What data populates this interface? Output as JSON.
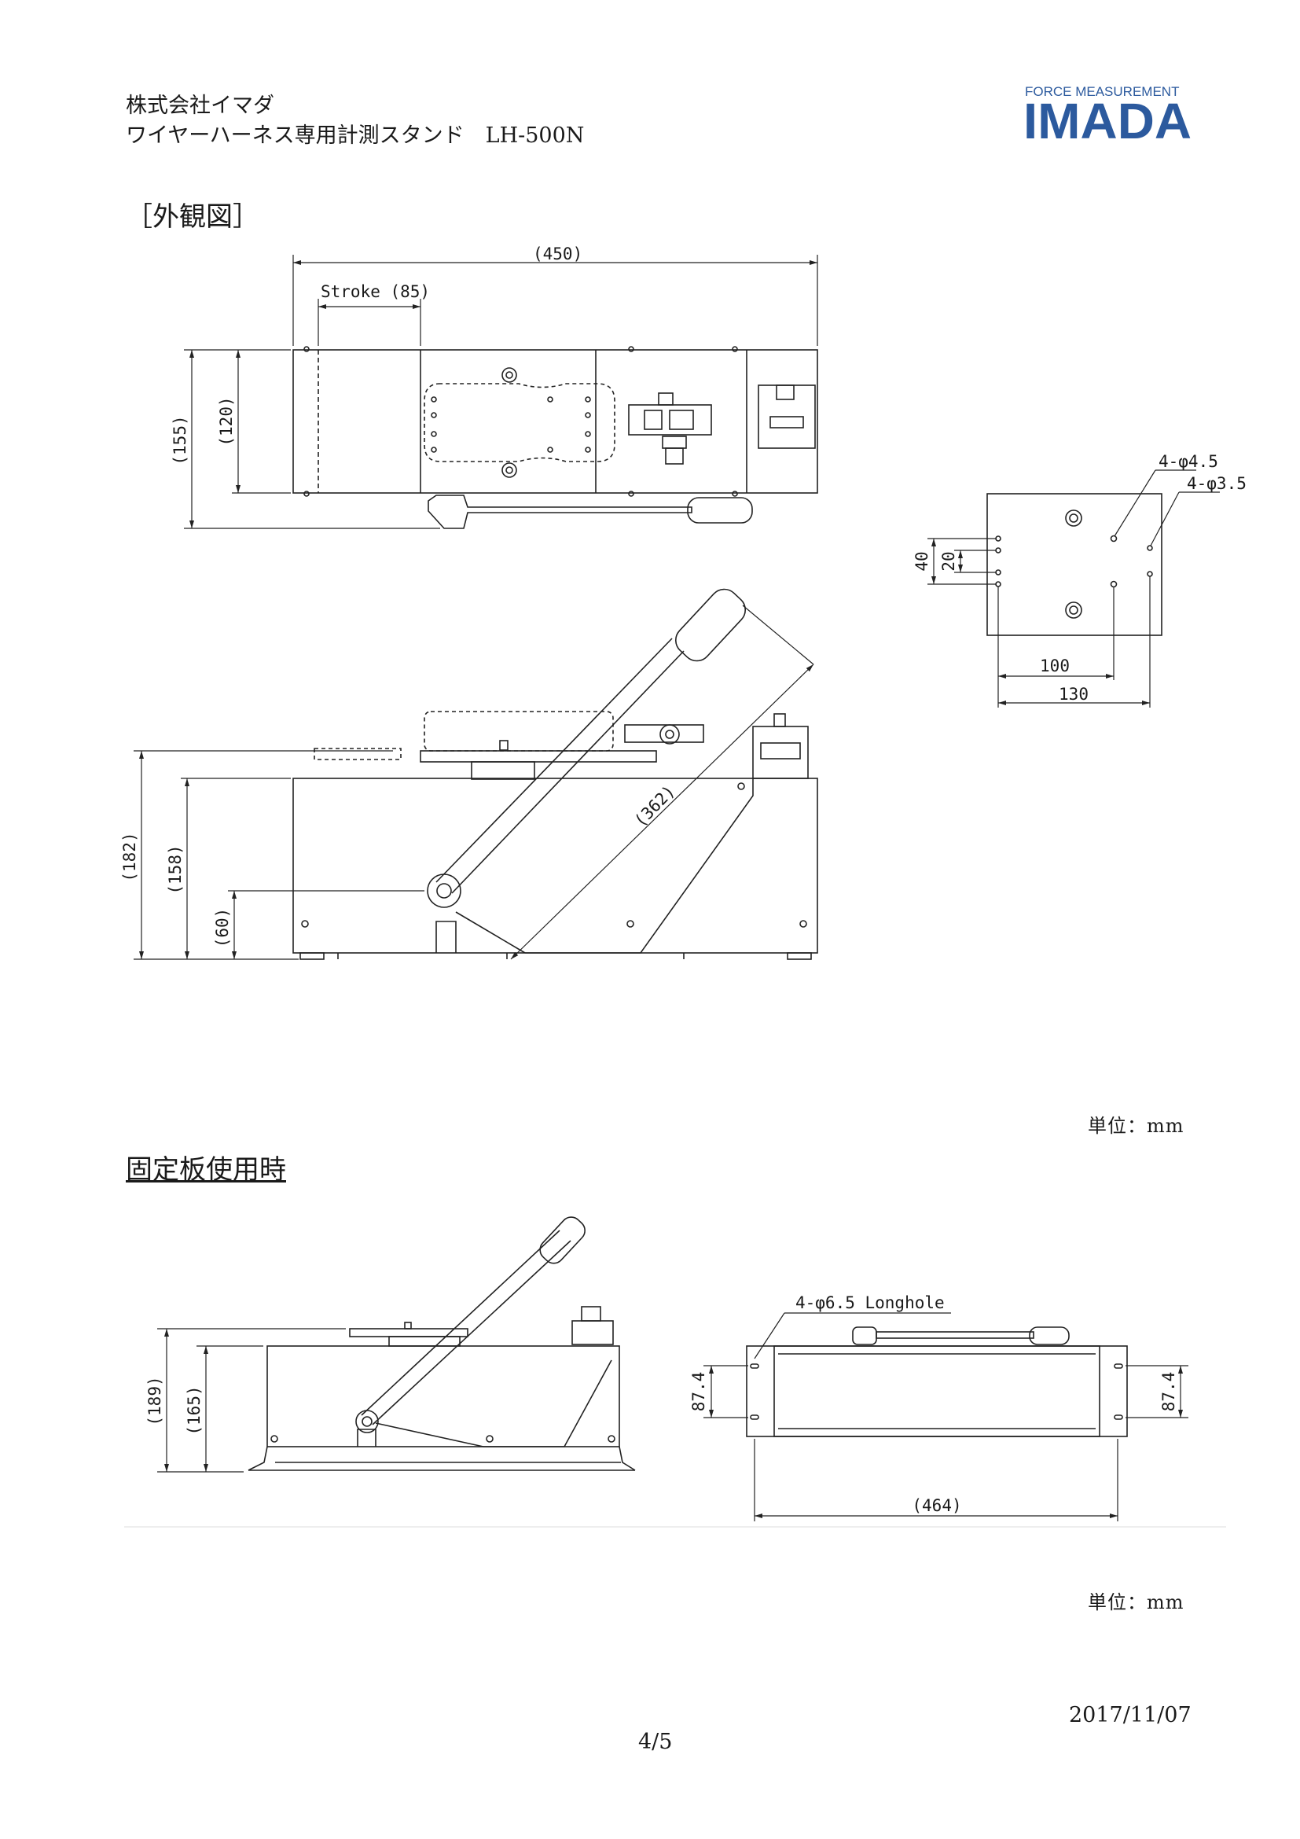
{
  "header": {
    "company": "株式会社イマダ",
    "product_line": "ワイヤーハーネス専用計測スタンド　LH-500N"
  },
  "logo": {
    "top_text": "FORCE MEASUREMENT",
    "brand": "IMADA",
    "color": "#2c5a9e"
  },
  "section1": {
    "title": "［外観図］",
    "dimensions": {
      "overall_width": "(450)",
      "stroke": "Stroke (85)",
      "depth_overall": "(155)",
      "depth_body": "(120)",
      "holes_large": "4-φ4.5",
      "holes_small": "4-φ3.5",
      "pitch_40": "40",
      "pitch_20": "20",
      "pitch_100": "100",
      "pitch_130": "130",
      "lever_length": "(362)",
      "height_overall": "(182)",
      "height_body": "(158)",
      "pivot_height": "(60)"
    },
    "unit": "単位：mm"
  },
  "section2": {
    "title": "固定板使用時",
    "dimensions": {
      "height_overall": "(189)",
      "height_body": "(165)",
      "longhole": "4-φ6.5 Longhole",
      "slot_pitch_left": "87.4",
      "slot_pitch_right": "87.4",
      "overall_length": "(464)"
    },
    "unit": "単位：mm"
  },
  "footer": {
    "date": "2017/11/07",
    "page": "4/5"
  }
}
